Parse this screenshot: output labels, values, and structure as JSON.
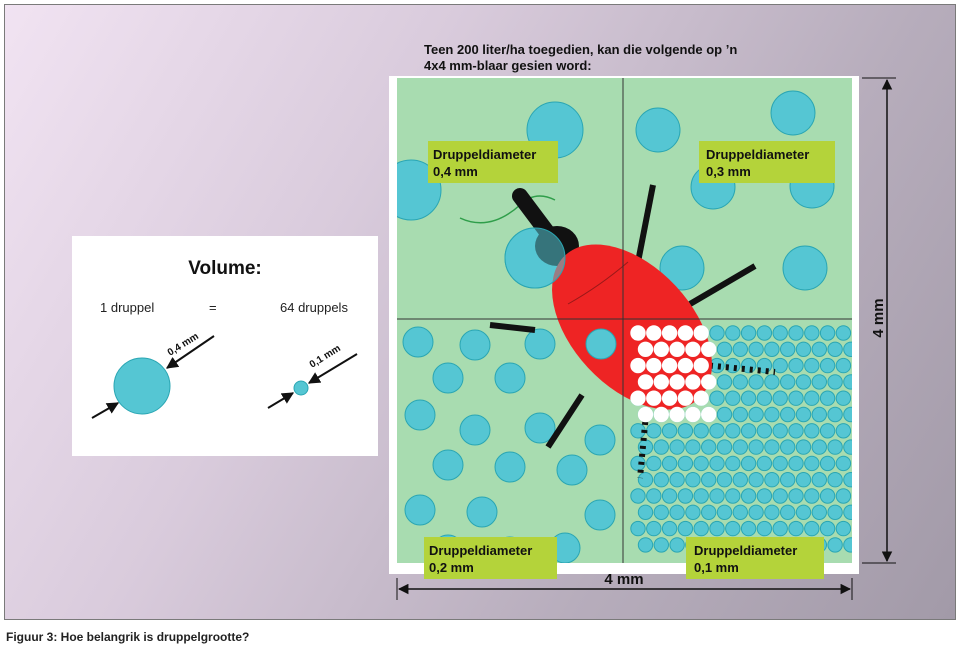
{
  "heading": {
    "line1": "Teen 200 liter/ha toegedien, kan die volgende op ’n",
    "line2": "4x4 mm-blaar gesien word:"
  },
  "quadrants": [
    {
      "label": "Druppeldiameter",
      "value": "0,4 mm"
    },
    {
      "label": "Druppeldiameter",
      "value": "0,3 mm"
    },
    {
      "label": "Druppeldiameter",
      "value": "0,2 mm"
    },
    {
      "label": "Druppeldiameter",
      "value": "0,1 mm"
    }
  ],
  "dimensions": {
    "width_label": "4 mm",
    "height_label": "4 mm"
  },
  "volume_box": {
    "title": "Volume:",
    "left_text": "1 druppel",
    "equals": "=",
    "right_text": "64 druppels",
    "big_drop_label": "0,4 mm",
    "small_drop_label": "0,1 mm"
  },
  "caption": "Figuur 3: Hoe belangrik is druppelgrootte?",
  "colors": {
    "leaf": "#a8dcb0",
    "droplet": "#55c6d3",
    "droplet_edge": "#2aa6b3",
    "label_bg": "#b4d33a",
    "beetle": "#ee2424"
  }
}
